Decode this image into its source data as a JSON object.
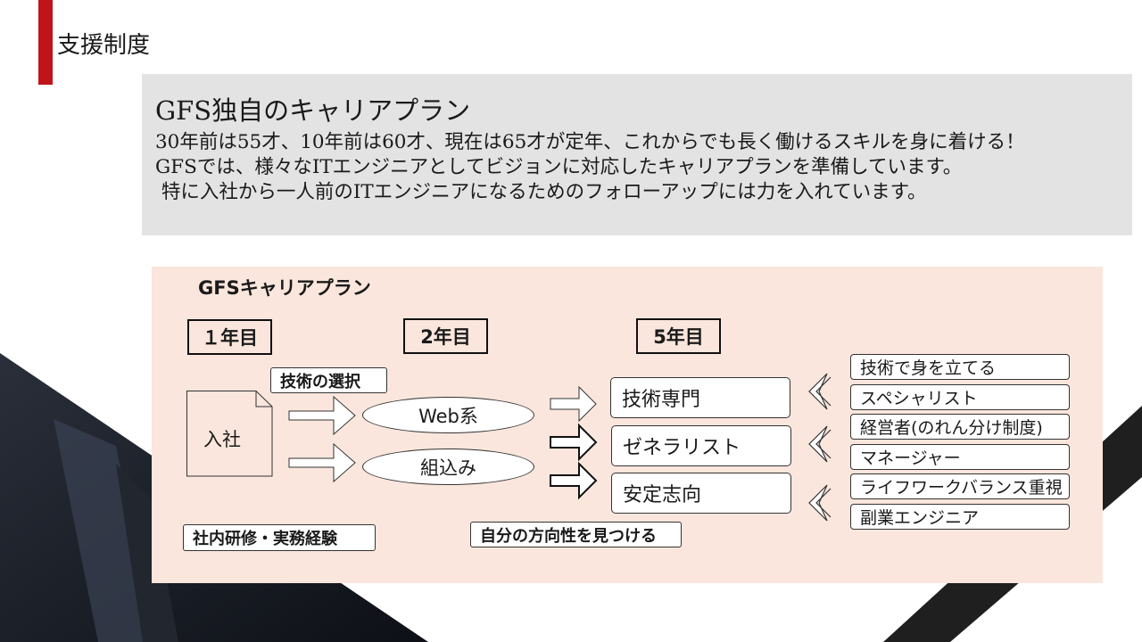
{
  "header": {
    "title": "支援制度"
  },
  "intro": {
    "heading": "GFS独自のキャリアプラン",
    "lines": [
      "30年前は55才、10年前は60才、現在は65才が定年、これからでも長く働けるスキルを身に着ける！",
      "GFSでは、様々なITエンジニアとしてビジョンに対応したキャリアプランを準備しています。",
      " 特に入社から一人前のITエンジニアになるためのフォローアップには力を入れています。"
    ]
  },
  "plan": {
    "title": "GFSキャリアプラン",
    "years": [
      "１年目",
      "2年目",
      "5年目"
    ],
    "entry": "入社",
    "tech_choice": "技術の選択",
    "tracks": [
      "Web系",
      "組込み"
    ],
    "training": "社内研修・実務経験",
    "direction": "自分の方向性を見つける",
    "paths": [
      "技術専門",
      "ゼネラリスト",
      "安定志向"
    ],
    "outcomes": [
      "技術で身を立てる",
      "スペシャリスト",
      "経営者(のれん分け制度)",
      "マネージャー",
      "ライフワークバランス重視",
      "副業エンジニア"
    ]
  },
  "colors": {
    "accent": "#c0141c",
    "intro_bg": "#e4e3e4",
    "plan_bg": "#fae6dc"
  }
}
